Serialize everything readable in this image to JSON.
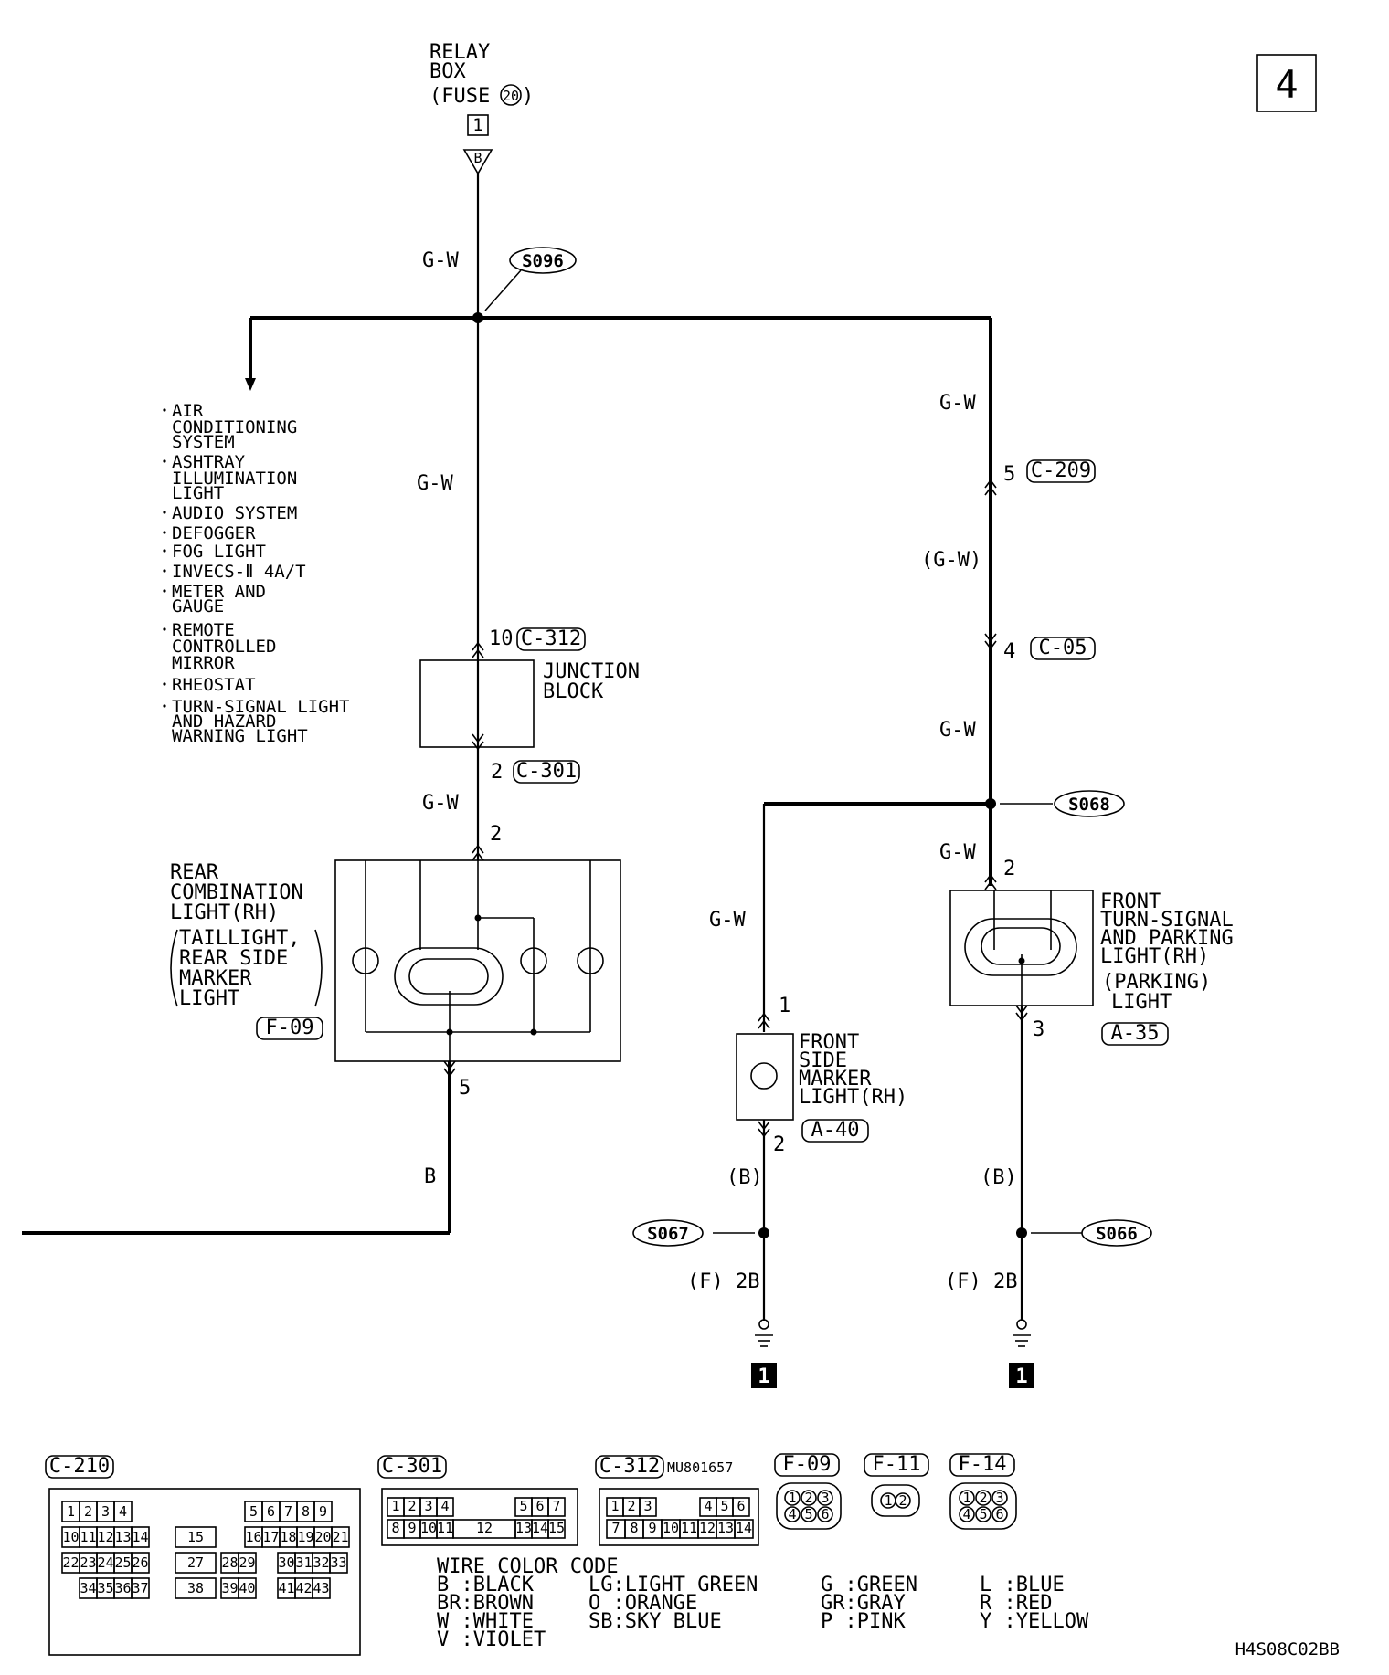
{
  "page_number": "4",
  "diagram_code": "H4S08C02BB",
  "relay_box": {
    "title1": "RELAY",
    "title2": "BOX",
    "fuse_label": "(FUSE",
    "fuse_num": "20",
    "fuse_close": ")",
    "terminal": "1",
    "connector_letter": "B"
  },
  "wire_labels": {
    "gw_top": "G-W",
    "gw_left_mid": "G-W",
    "gw_left_low": "G-W",
    "gw_right_top": "G-W",
    "gw_right_paren": "(G-W)",
    "gw_right_mid": "G-W",
    "gw_right_low": "G-W",
    "gw_front_side": "G-W",
    "b_left": "B",
    "b_paren_1": "(B)",
    "b_paren_2": "(B)"
  },
  "splices": {
    "s096": "S096",
    "s068": "S068",
    "s067": "S067",
    "s066": "S066"
  },
  "feeds": [
    "AIR",
    "CONDITIONING",
    "SYSTEM",
    "ASHTRAY",
    "ILLUMINATION",
    "LIGHT",
    "AUDIO SYSTEM",
    "DEFOGGER",
    "FOG LIGHT",
    "INVECS-Ⅱ 4A/T",
    "METER AND",
    "GAUGE",
    "REMOTE",
    "CONTROLLED",
    "MIRROR",
    "RHEOSTAT",
    "TURN-SIGNAL LIGHT",
    "AND HAZARD",
    "WARNING LIGHT"
  ],
  "pins": {
    "jb_in": "10",
    "jb_in_conn": "C-312",
    "jb_out": "2",
    "jb_out_conn": "C-301",
    "rear_in": "2",
    "rear_out": "5",
    "c209_pin": "5",
    "c209": "C-209",
    "c05_pin": "4",
    "c05": "C-05",
    "front_turn_in": "2",
    "front_turn_out": "3",
    "fsm_in": "1",
    "fsm_out": "2"
  },
  "components": {
    "junction_block": [
      "JUNCTION",
      "BLOCK"
    ],
    "rear_combo": [
      "REAR",
      "COMBINATION",
      "LIGHT(RH)",
      "TAILLIGHT,",
      "REAR SIDE",
      "MARKER",
      "LIGHT"
    ],
    "rear_combo_conn": "F-09",
    "front_turn": [
      "FRONT",
      "TURN-SIGNAL",
      "AND PARKING",
      "LIGHT(RH)",
      "(PARKING)",
      "LIGHT"
    ],
    "front_turn_conn": "A-35",
    "front_side": [
      "FRONT",
      "SIDE",
      "MARKER",
      "LIGHT(RH)"
    ],
    "front_side_conn": "A-40"
  },
  "grounds": {
    "g1_label": "(F) 2B",
    "g2_label": "(F) 2B",
    "g1_num": "1",
    "g2_num": "1"
  },
  "connectors": {
    "c210": "C-210",
    "c301": "C-301",
    "c312": "C-312",
    "c312_part": "MU801657",
    "f09": "F-09",
    "f11": "F-11",
    "f14": "F-14"
  },
  "c210_cells": {
    "row1": [
      "1",
      "2",
      "3",
      "4",
      "5",
      "6",
      "7",
      "8",
      "9"
    ],
    "row2": [
      "10",
      "11",
      "12",
      "13",
      "14",
      "15",
      "16",
      "17",
      "18",
      "19",
      "20",
      "21"
    ],
    "row3": [
      "22",
      "23",
      "24",
      "25",
      "26",
      "27",
      "28",
      "29",
      "30",
      "31",
      "32",
      "33"
    ],
    "row4": [
      "34",
      "35",
      "36",
      "37",
      "38",
      "39",
      "40",
      "41",
      "42",
      "43"
    ]
  },
  "c301_cells": {
    "row1": [
      "1",
      "2",
      "3",
      "4",
      "5",
      "6",
      "7"
    ],
    "row2": [
      "8",
      "9",
      "10",
      "11",
      "12",
      "13",
      "14",
      "15"
    ]
  },
  "c312_cells": {
    "row1": [
      "1",
      "2",
      "3",
      "4",
      "5",
      "6"
    ],
    "row2": [
      "7",
      "8",
      "9",
      "10",
      "11",
      "12",
      "13",
      "14"
    ]
  },
  "round_conn_pins": {
    "six": [
      "1",
      "2",
      "3",
      "4",
      "5",
      "6"
    ],
    "two": [
      "1",
      "2"
    ]
  },
  "color_code": {
    "title": "WIRE COLOR CODE",
    "col1": [
      "B :BLACK",
      "BR:BROWN",
      "W :WHITE",
      "V :VIOLET"
    ],
    "col2": [
      "LG:LIGHT GREEN",
      "O :ORANGE",
      "SB:SKY BLUE"
    ],
    "col3": [
      "G :GREEN",
      "GR:GRAY",
      "P :PINK"
    ],
    "col4": [
      "L :BLUE",
      "R :RED",
      "Y :YELLOW"
    ]
  }
}
